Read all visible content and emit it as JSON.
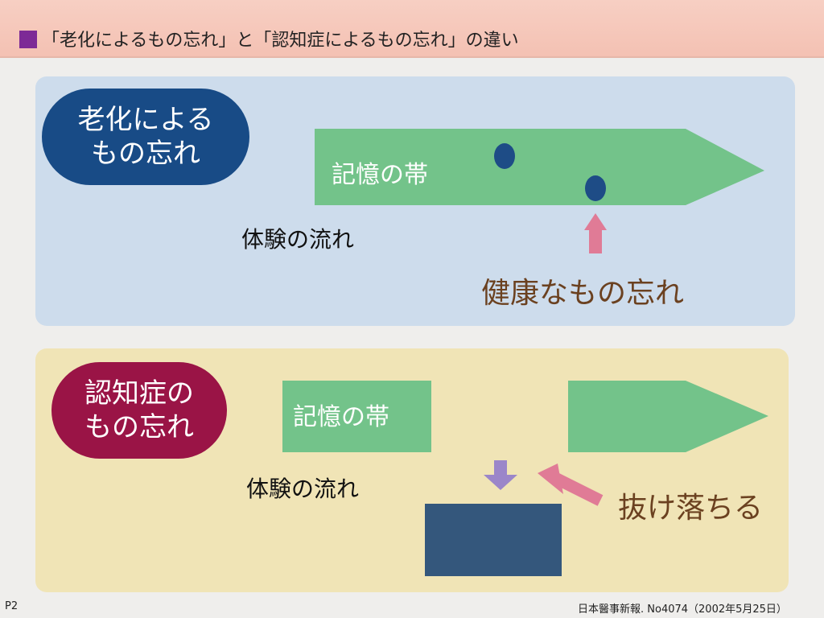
{
  "header": {
    "title": "「老化によるもの忘れ」と「認知症によるもの忘れ」の違い",
    "square_color": "#7d2a96"
  },
  "aging": {
    "badge_line1": "老化による",
    "badge_line2": "もの忘れ",
    "band_label": "記憶の帯",
    "flow_label": "体験の流れ",
    "healthy_label": "健康なもの忘れ",
    "colors": {
      "badge": "#184b86",
      "band": "#73c38a",
      "arrow": "#e07b96",
      "dot": "#1e4c86"
    }
  },
  "dementia": {
    "badge_line1": "認知症の",
    "badge_line2": "もの忘れ",
    "band_label": "記憶の帯",
    "flow_label": "体験の流れ",
    "dropout_label": "抜け落ちる",
    "colors": {
      "badge": "#9a1446",
      "band": "#73c38a",
      "arrow_down": "#9b86c9",
      "arrow_pink": "#e07b96",
      "block": "#34577c"
    }
  },
  "footer": {
    "page": "P2",
    "source": "日本醫事新報. No4074（2002年5月25日）"
  }
}
